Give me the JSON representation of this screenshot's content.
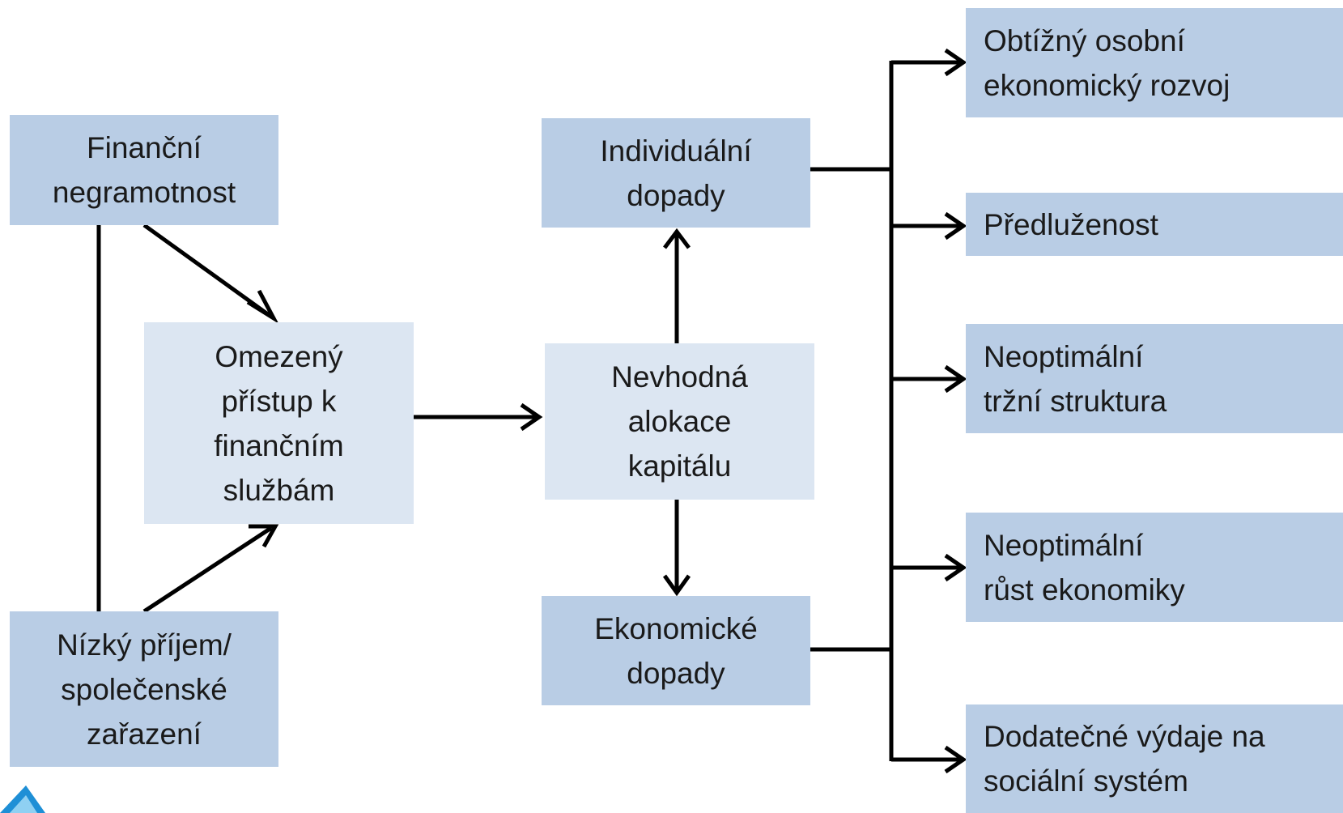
{
  "colors": {
    "box_dark": "#b9cde5",
    "box_light": "#dce6f2",
    "arrow": "#000000",
    "corner_accent": "#1e8fd6"
  },
  "nodes": {
    "financial_illiteracy": "Finanční\nnegramotnost",
    "limited_access": "Omezený\npřístup k\nfinančním\nslužbám",
    "low_income": "Nízký příjem/\nspolečenské\nzařazení",
    "misallocation": "Nevhodná\nalokace\nkapitálu",
    "individual_impacts": "Individuální\ndopady",
    "economic_impacts": "Ekonomické\ndopady"
  },
  "outcomes": [
    "Obtížný osobní\nekonomický rozvoj",
    "Předluženost",
    "Neoptimální\ntržní struktura",
    "Neoptimální\nrůst ekonomiky",
    "Dodatečné výdaje na\nsociální systém"
  ]
}
